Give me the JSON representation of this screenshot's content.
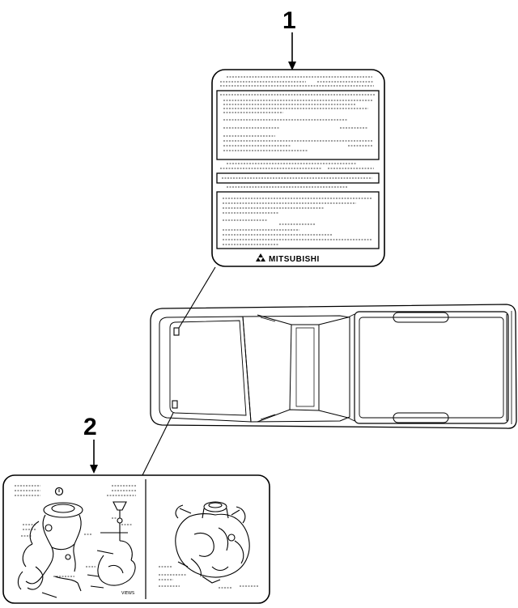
{
  "callouts": [
    {
      "number": "1"
    },
    {
      "number": "2"
    }
  ],
  "label1": {
    "brand": "MITSUBISHI"
  },
  "label2": {
    "views_text": "VIEWS"
  }
}
